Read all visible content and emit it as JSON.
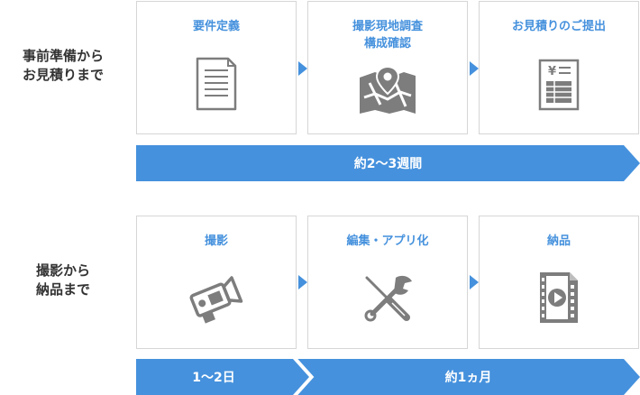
{
  "section1": {
    "label_lines": [
      "事前準備から",
      "お見積りまで"
    ],
    "steps": [
      {
        "title_lines": [
          "要件定義"
        ],
        "icon": "document-icon"
      },
      {
        "title_lines": [
          "撮影現地調査",
          "構成確認"
        ],
        "icon": "map-pin-icon"
      },
      {
        "title_lines": [
          "お見積りのご提出"
        ],
        "icon": "yen-invoice-icon"
      }
    ],
    "duration": "約2～3週間"
  },
  "section2": {
    "label_lines": [
      "撮影から",
      "納品まで"
    ],
    "steps": [
      {
        "title_lines": [
          "撮影"
        ],
        "icon": "video-camera-icon"
      },
      {
        "title_lines": [
          "編集・アプリ化"
        ],
        "icon": "wrench-screwdriver-icon"
      },
      {
        "title_lines": [
          "納品"
        ],
        "icon": "video-file-icon"
      }
    ],
    "duration_first": "1～2日",
    "duration_second": "約1ヵ月"
  },
  "colors": {
    "accent": "#4591dd",
    "accent_light": "#5aa0e6",
    "icon_gray": "#7d7d7d",
    "border": "#d6d6d6"
  }
}
